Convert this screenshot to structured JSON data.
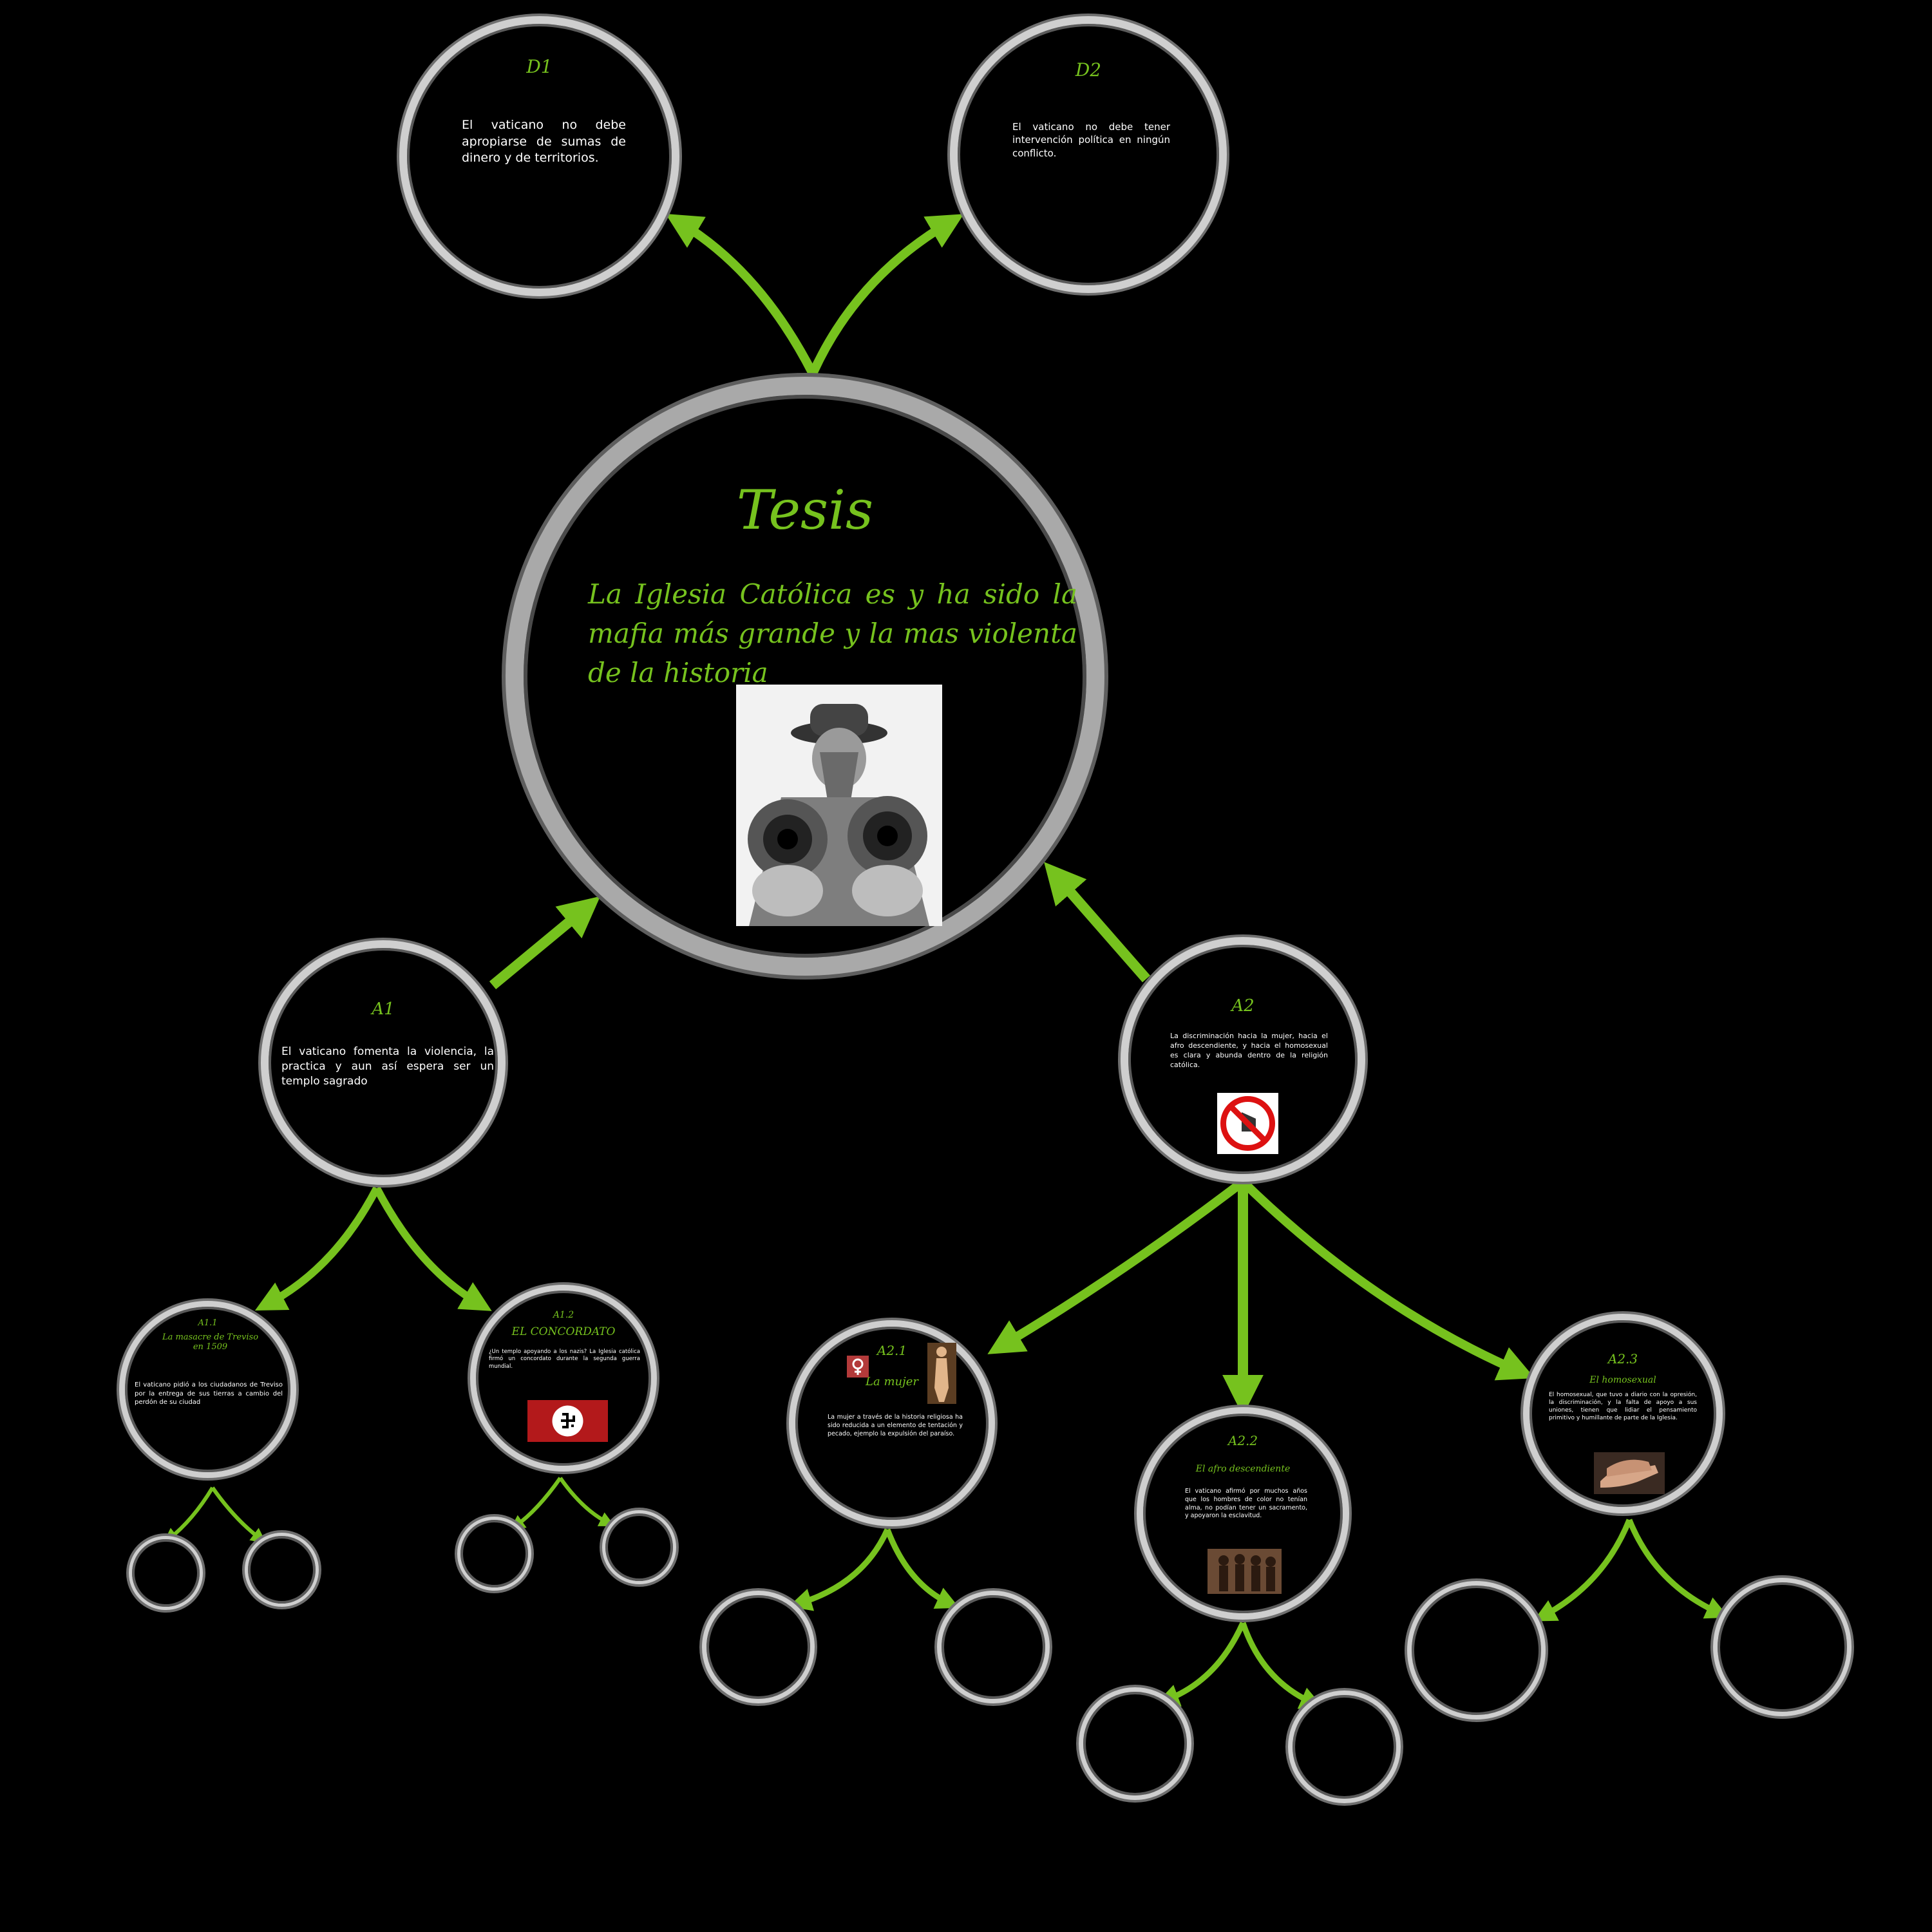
{
  "colors": {
    "background": "#000000",
    "accent": "#76c21e",
    "ring": "#cfcfcf"
  },
  "tesis": {
    "title": "Tesis",
    "body": "La Iglesia Católica es y ha sido la mafia más grande y la mas violenta de la historia",
    "image": "gangster-with-pistols-illustration"
  },
  "d1": {
    "title": "D1",
    "body": "El vaticano no debe apropiarse de sumas de dinero y de territorios."
  },
  "d2": {
    "title": "D2",
    "body": "El vaticano no debe tener intervención política en ningún conflicto."
  },
  "a1": {
    "title": "A1",
    "body": "El vaticano fomenta la violencia, la practica y aun así espera ser un templo sagrado"
  },
  "a11": {
    "title": "A1.1",
    "subtitle": "La masacre de Treviso en 1509",
    "body": "El vaticano pidió a los ciudadanos de Treviso por la entrega de sus tierras a cambio del perdón de su ciudad"
  },
  "a12": {
    "title": "A1.2",
    "subtitle": "EL CONCORDATO",
    "body": "¿Un templo apoyando a los nazis? La Iglesia católica firmó un concordato durante la segunda guerra mundial.",
    "image": "nazi-flag"
  },
  "a2": {
    "title": "A2",
    "body": "La discriminación hacia la mujer, hacia el afro descendiente, y hacia el homosexual es clara y abunda dentro de la religión católica.",
    "image": "prohibition-sign"
  },
  "a21": {
    "title": "A2.1",
    "subtitle": "La mujer",
    "body": "La mujer a través de la historia religiosa ha sido reducida a un elemento de tentación y pecado, ejemplo la expulsión del paraíso."
  },
  "a22": {
    "title": "A2.2",
    "subtitle": "El afro descendiente",
    "body": "El vaticano afirmó por muchos años que los hombres de color no tenían alma, no podían tener un sacramento, y apoyaron la esclavitud.",
    "image": "slaves-photo"
  },
  "a23": {
    "title": "A2.3",
    "subtitle": "El homosexual",
    "body": "El homosexual, que tuvo a diario con la opresión, la discriminación, y la falta de apoyo a sus uniones, tienen que lidiar el pensamiento primitivo y humillante de parte de la Iglesia.",
    "image": "hands-photo"
  }
}
